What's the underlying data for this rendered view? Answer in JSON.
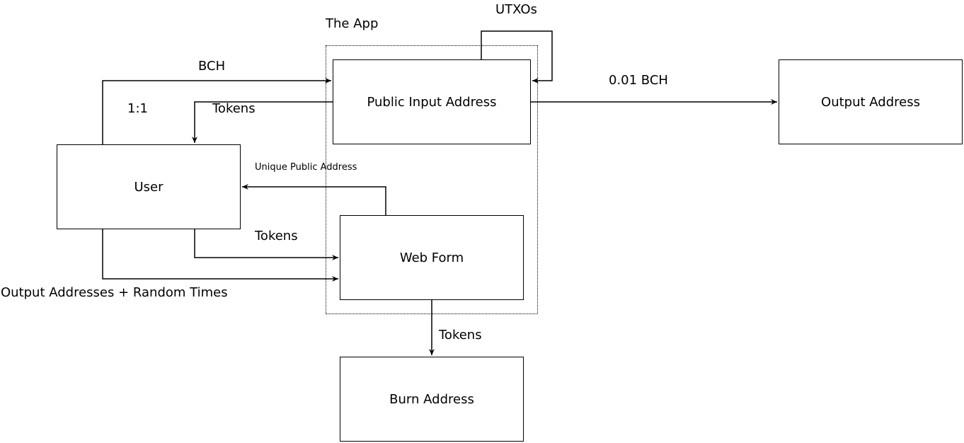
{
  "group": {
    "label": "The App"
  },
  "nodes": {
    "public_input": "Public Input Address",
    "output": "Output Address",
    "user": "User",
    "web_form": "Web Form",
    "burn": "Burn Address"
  },
  "edges": {
    "utxos": "UTXOs",
    "bch": "BCH",
    "ratio": "1:1",
    "tokens_to_user": "Tokens",
    "to_output": "0.01 BCH",
    "unique_public": "Unique Public Address",
    "tokens_to_form": "Tokens",
    "output_random": "Output Addresses + Random Times",
    "tokens_to_burn": "Tokens"
  }
}
